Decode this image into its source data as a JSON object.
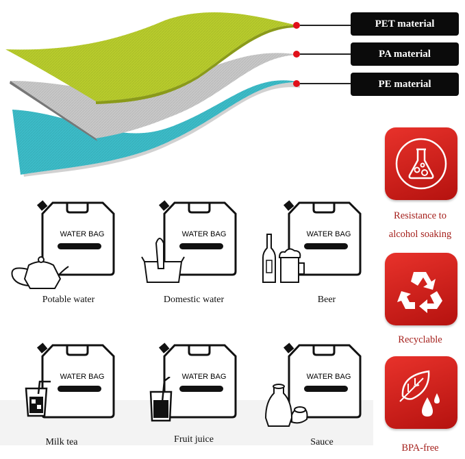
{
  "materials": [
    {
      "label": "PET material",
      "color": "#b8cc2c"
    },
    {
      "label": "PA material",
      "color": "#c8c8c8"
    },
    {
      "label": "PE material",
      "color": "#3cbcc8"
    }
  ],
  "bag_text": "WATER BAG",
  "uses": [
    {
      "label": "Potable water",
      "icon": "teapot-icon"
    },
    {
      "label": "Domestic water",
      "icon": "hand-washing-icon"
    },
    {
      "label": "Beer",
      "icon": "beer-icon"
    },
    {
      "label": "Milk tea",
      "icon": "iced-drink-icon"
    },
    {
      "label": "Fruit juice",
      "icon": "juice-glass-icon"
    },
    {
      "label": "Sauce",
      "icon": "sauce-bottle-icon"
    }
  ],
  "features": [
    {
      "line1": "Resistance to",
      "line2": "alcohol soaking",
      "icon": "flask-icon"
    },
    {
      "line1": "Recyclable",
      "icon": "recycle-icon"
    },
    {
      "line1": "BPA-free",
      "icon": "leaf-drop-icon"
    }
  ],
  "colors": {
    "accent_red": "#d42420",
    "feature_text": "#a5201c",
    "dot": "#e0101a"
  }
}
